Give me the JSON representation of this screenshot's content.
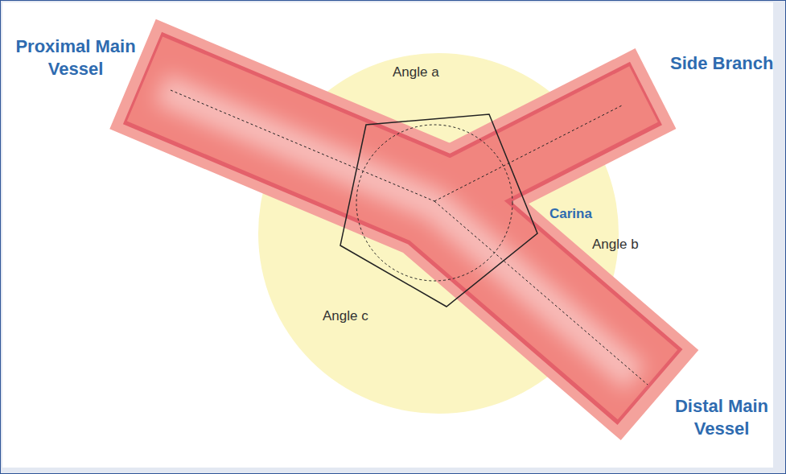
{
  "diagram": {
    "labels": [
      "Proximal Main Vessel",
      "Angle a",
      "Side Branch",
      "Carina",
      "Angle b",
      "Angle c",
      "Distal Main Vessel"
    ]
  }
}
